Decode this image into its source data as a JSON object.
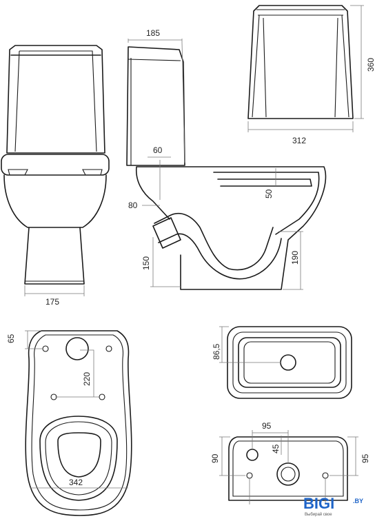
{
  "dimensions": {
    "front_base_width": "175",
    "tank_depth": "185",
    "pipe_height": "60",
    "outlet_offset": "80",
    "bowl_depth": "50",
    "outlet_height": "150",
    "rim_height": "190",
    "tank_width": "312",
    "tank_height": "360",
    "mount_offset_top": "65",
    "mount_spacing": "220",
    "seat_width": "342",
    "tank_inner_depth": "86,5",
    "hole_spacing": "95",
    "hole_offset": "45",
    "tank_side_left": "90",
    "tank_side_right": "95"
  },
  "logo": {
    "brand": "BIGI",
    "suffix": ".BY",
    "tagline": "Выбирай свое"
  },
  "colors": {
    "line": "#1a1a1a",
    "dimension_line": "#7a7a7a",
    "logo_blue": "#1e64c8",
    "logo_grey": "#555555"
  }
}
